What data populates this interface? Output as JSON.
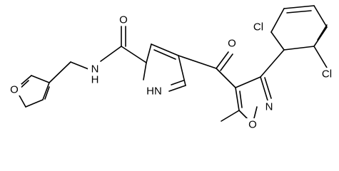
{
  "molecule": {
    "atoms": {
      "O_carbonyl_amide": "O",
      "NH_amide": "N\nH",
      "NH_pyrrole": "H\nN",
      "O_furan": "O",
      "O_ketone": "O",
      "Cl_top": "Cl",
      "Cl_right": "Cl",
      "N_isoxazole": "N",
      "O_isoxazole": "O"
    }
  }
}
